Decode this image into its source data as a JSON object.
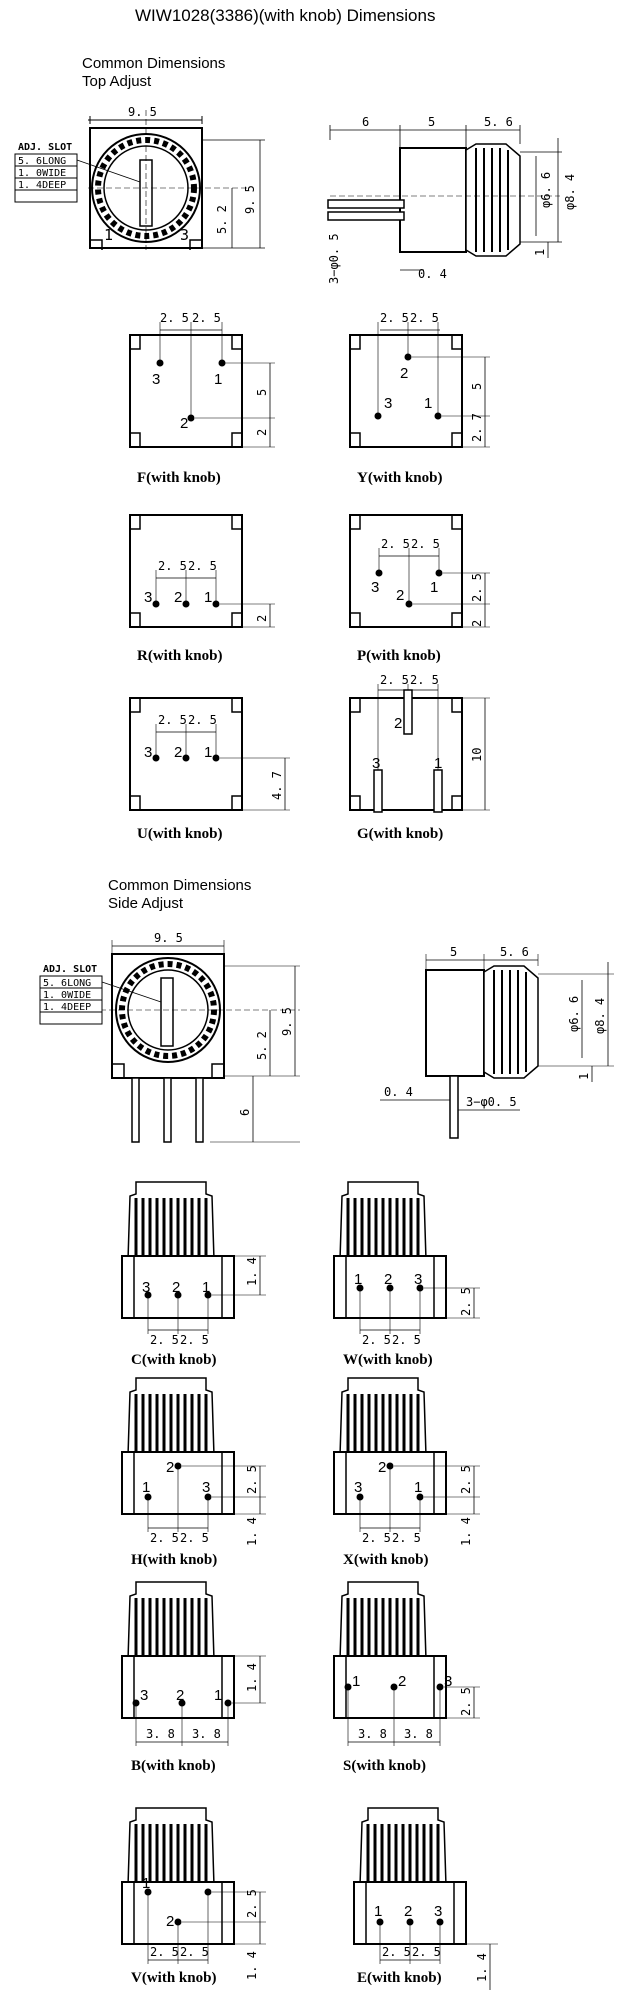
{
  "title": "WIW1028(3386)(with knob)  Dimensions",
  "sections": {
    "top": {
      "line1": "Common Dimensions",
      "line2": "Top Adjust"
    },
    "side": {
      "line1": "Common Dimensions",
      "line2": "Side Adjust"
    }
  },
  "slot_box": [
    "ADJ. SLOT",
    "5. 6LONG",
    "1. 0WIDE",
    "1. 4DEEP"
  ],
  "dims": {
    "d95": "9. 5",
    "d6": "6",
    "d5": "5",
    "d56": "5. 6",
    "phi66": "φ6. 6",
    "phi84": "φ8. 4",
    "d1": "1",
    "d52": "5. 2",
    "d04": "0. 4",
    "phi05": "3−φ0. 5",
    "d25": "2. 5",
    "d2": "2",
    "d27": "2. 7",
    "d47": "4. 7",
    "d10": "10",
    "d14": "1. 4",
    "d38": "3. 8"
  },
  "pins": {
    "p1": "1",
    "p2": "2",
    "p3": "3"
  },
  "captions": {
    "F": "F(with knob)",
    "Y": "Y(with knob)",
    "R": "R(with knob)",
    "P": "P(with knob)",
    "U": "U(with knob)",
    "G": "G(with knob)",
    "C": "C(with knob)",
    "W": "W(with knob)",
    "H": "H(with knob)",
    "X": "X(with knob)",
    "B": "B(with knob)",
    "S": "S(with knob)",
    "V": "V(with knob)",
    "E": "E(with knob)"
  }
}
